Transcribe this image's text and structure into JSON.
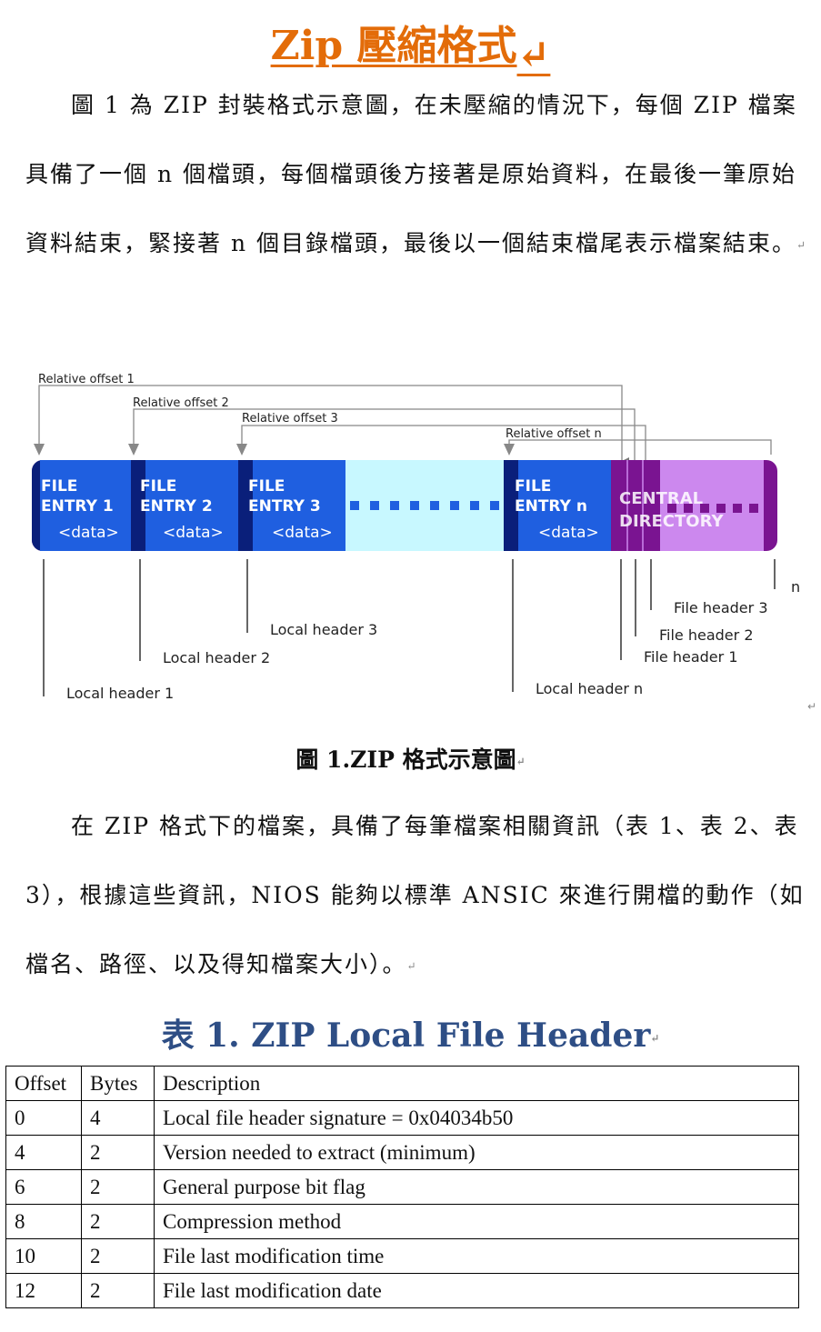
{
  "doc": {
    "title": "Zip 壓縮格式",
    "para1": "圖 1 為 ZIP 封裝格式示意圖，在未壓縮的情況下，每個 ZIP 檔案具備了一個 n 個檔頭，每個檔頭後方接著是原始資料，在最後一筆原始資料結束，緊接著 n 個目錄檔頭，最後以一個結束檔尾表示檔案結束。",
    "caption": "圖 1.ZIP 格式示意圖",
    "para2": "在 ZIP 格式下的檔案，具備了每筆檔案相關資訊（表 1、表 2、表 3），根據這些資訊，NIOS 能夠以標準 ANSIC 來進行開檔的動作（如檔名、路徑、以及得知檔案大小）。",
    "table_title": "表 1. ZIP Local File Header",
    "return_mark": "↵"
  },
  "diagram": {
    "offsets": [
      "Relative offset 1",
      "Relative offset 2",
      "Relative offset 3",
      "Relative offset n"
    ],
    "entries": [
      {
        "l1": "FILE",
        "l2": "ENTRY 1",
        "data": "<data>"
      },
      {
        "l1": "FILE",
        "l2": "ENTRY 2",
        "data": "<data>"
      },
      {
        "l1": "FILE",
        "l2": "ENTRY 3",
        "data": "<data>"
      },
      {
        "l1": "FILE",
        "l2": "ENTRY n",
        "data": "<data>"
      }
    ],
    "central": {
      "l1": "CENTRAL",
      "l2": "DIRECTORY"
    },
    "local_headers": [
      "Local header 1",
      "Local header 2",
      "Local header 3",
      "Local header n"
    ],
    "file_headers": [
      "File header 1",
      "File header 2",
      "File header 3"
    ],
    "n_label": "n",
    "colors": {
      "entry": "#1f5fe0",
      "entry_edge": "#0a1f7a",
      "gap": "#c8f8ff",
      "dots": "#1f5fe0",
      "central_dark": "#7a1491",
      "central_light": "#cc88ee",
      "central_dots": "#7a1491"
    }
  },
  "table": {
    "headers": [
      "Offset",
      "Bytes",
      "Description"
    ],
    "rows": [
      [
        "0",
        "4",
        "Local file header signature = 0x04034b50"
      ],
      [
        "4",
        "2",
        "Version needed to extract (minimum)"
      ],
      [
        "6",
        "2",
        "General purpose bit flag"
      ],
      [
        "8",
        "2",
        "Compression method"
      ],
      [
        "10",
        "2",
        "File last modification time"
      ],
      [
        "12",
        "2",
        "File last modification date"
      ]
    ]
  }
}
